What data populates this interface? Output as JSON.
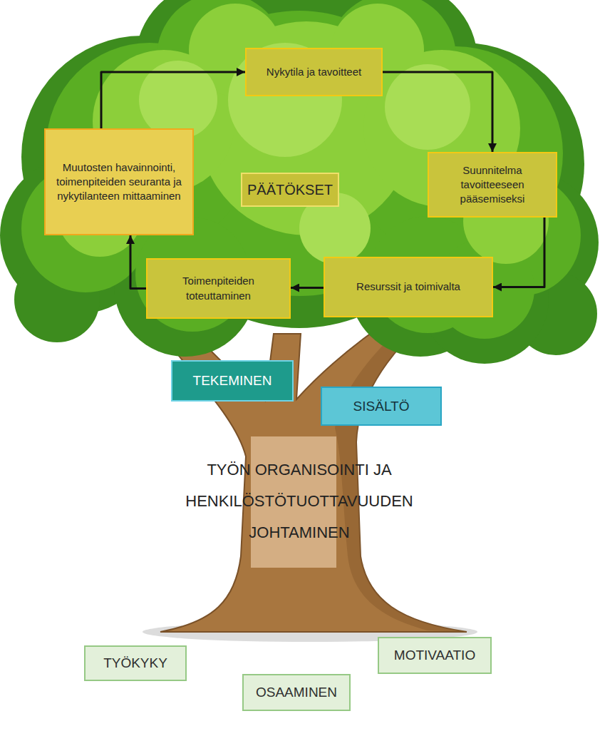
{
  "diagram": {
    "nodes": [
      {
        "text": [
          "Nykytila ja tavoitteet"
        ]
      },
      {
        "text": [
          "Muutosten havainnointi, toimenpiteiden seuranta ja nykytilanteen mittaaminen"
        ]
      },
      {
        "text": [
          "PÄÄTÖKSET"
        ]
      },
      {
        "text": [
          "Suunnitelma tavoitteeseen pääsemiseksi"
        ]
      },
      {
        "text": [
          "Toimenpiteiden toteuttaminen"
        ]
      },
      {
        "text": [
          "Resurssit ja toimivalta"
        ]
      },
      {
        "text": [
          "TEKEMINEN"
        ]
      },
      {
        "text": [
          "SISÄLTÖ"
        ]
      },
      {
        "text": [
          "TYÖN ORGANISOINTI JA HENKILÖSTÖTUOTTAVUUDEN JOHTAMINEN"
        ]
      },
      {
        "text": [
          "TYÖKYKY"
        ]
      },
      {
        "text": [
          "MOTIVAATIO"
        ]
      },
      {
        "text": [
          "OSAAMINEN"
        ]
      }
    ],
    "edges": [
      {
        "from": 0,
        "to": 3,
        "arrow": "to"
      },
      {
        "from": 3,
        "to": 5,
        "arrow": "to"
      },
      {
        "from": 5,
        "to": 4,
        "arrow": "to"
      },
      {
        "from": 4,
        "to": 1,
        "arrow": "to"
      },
      {
        "from": 1,
        "to": 0,
        "arrow": "to"
      }
    ]
  }
}
